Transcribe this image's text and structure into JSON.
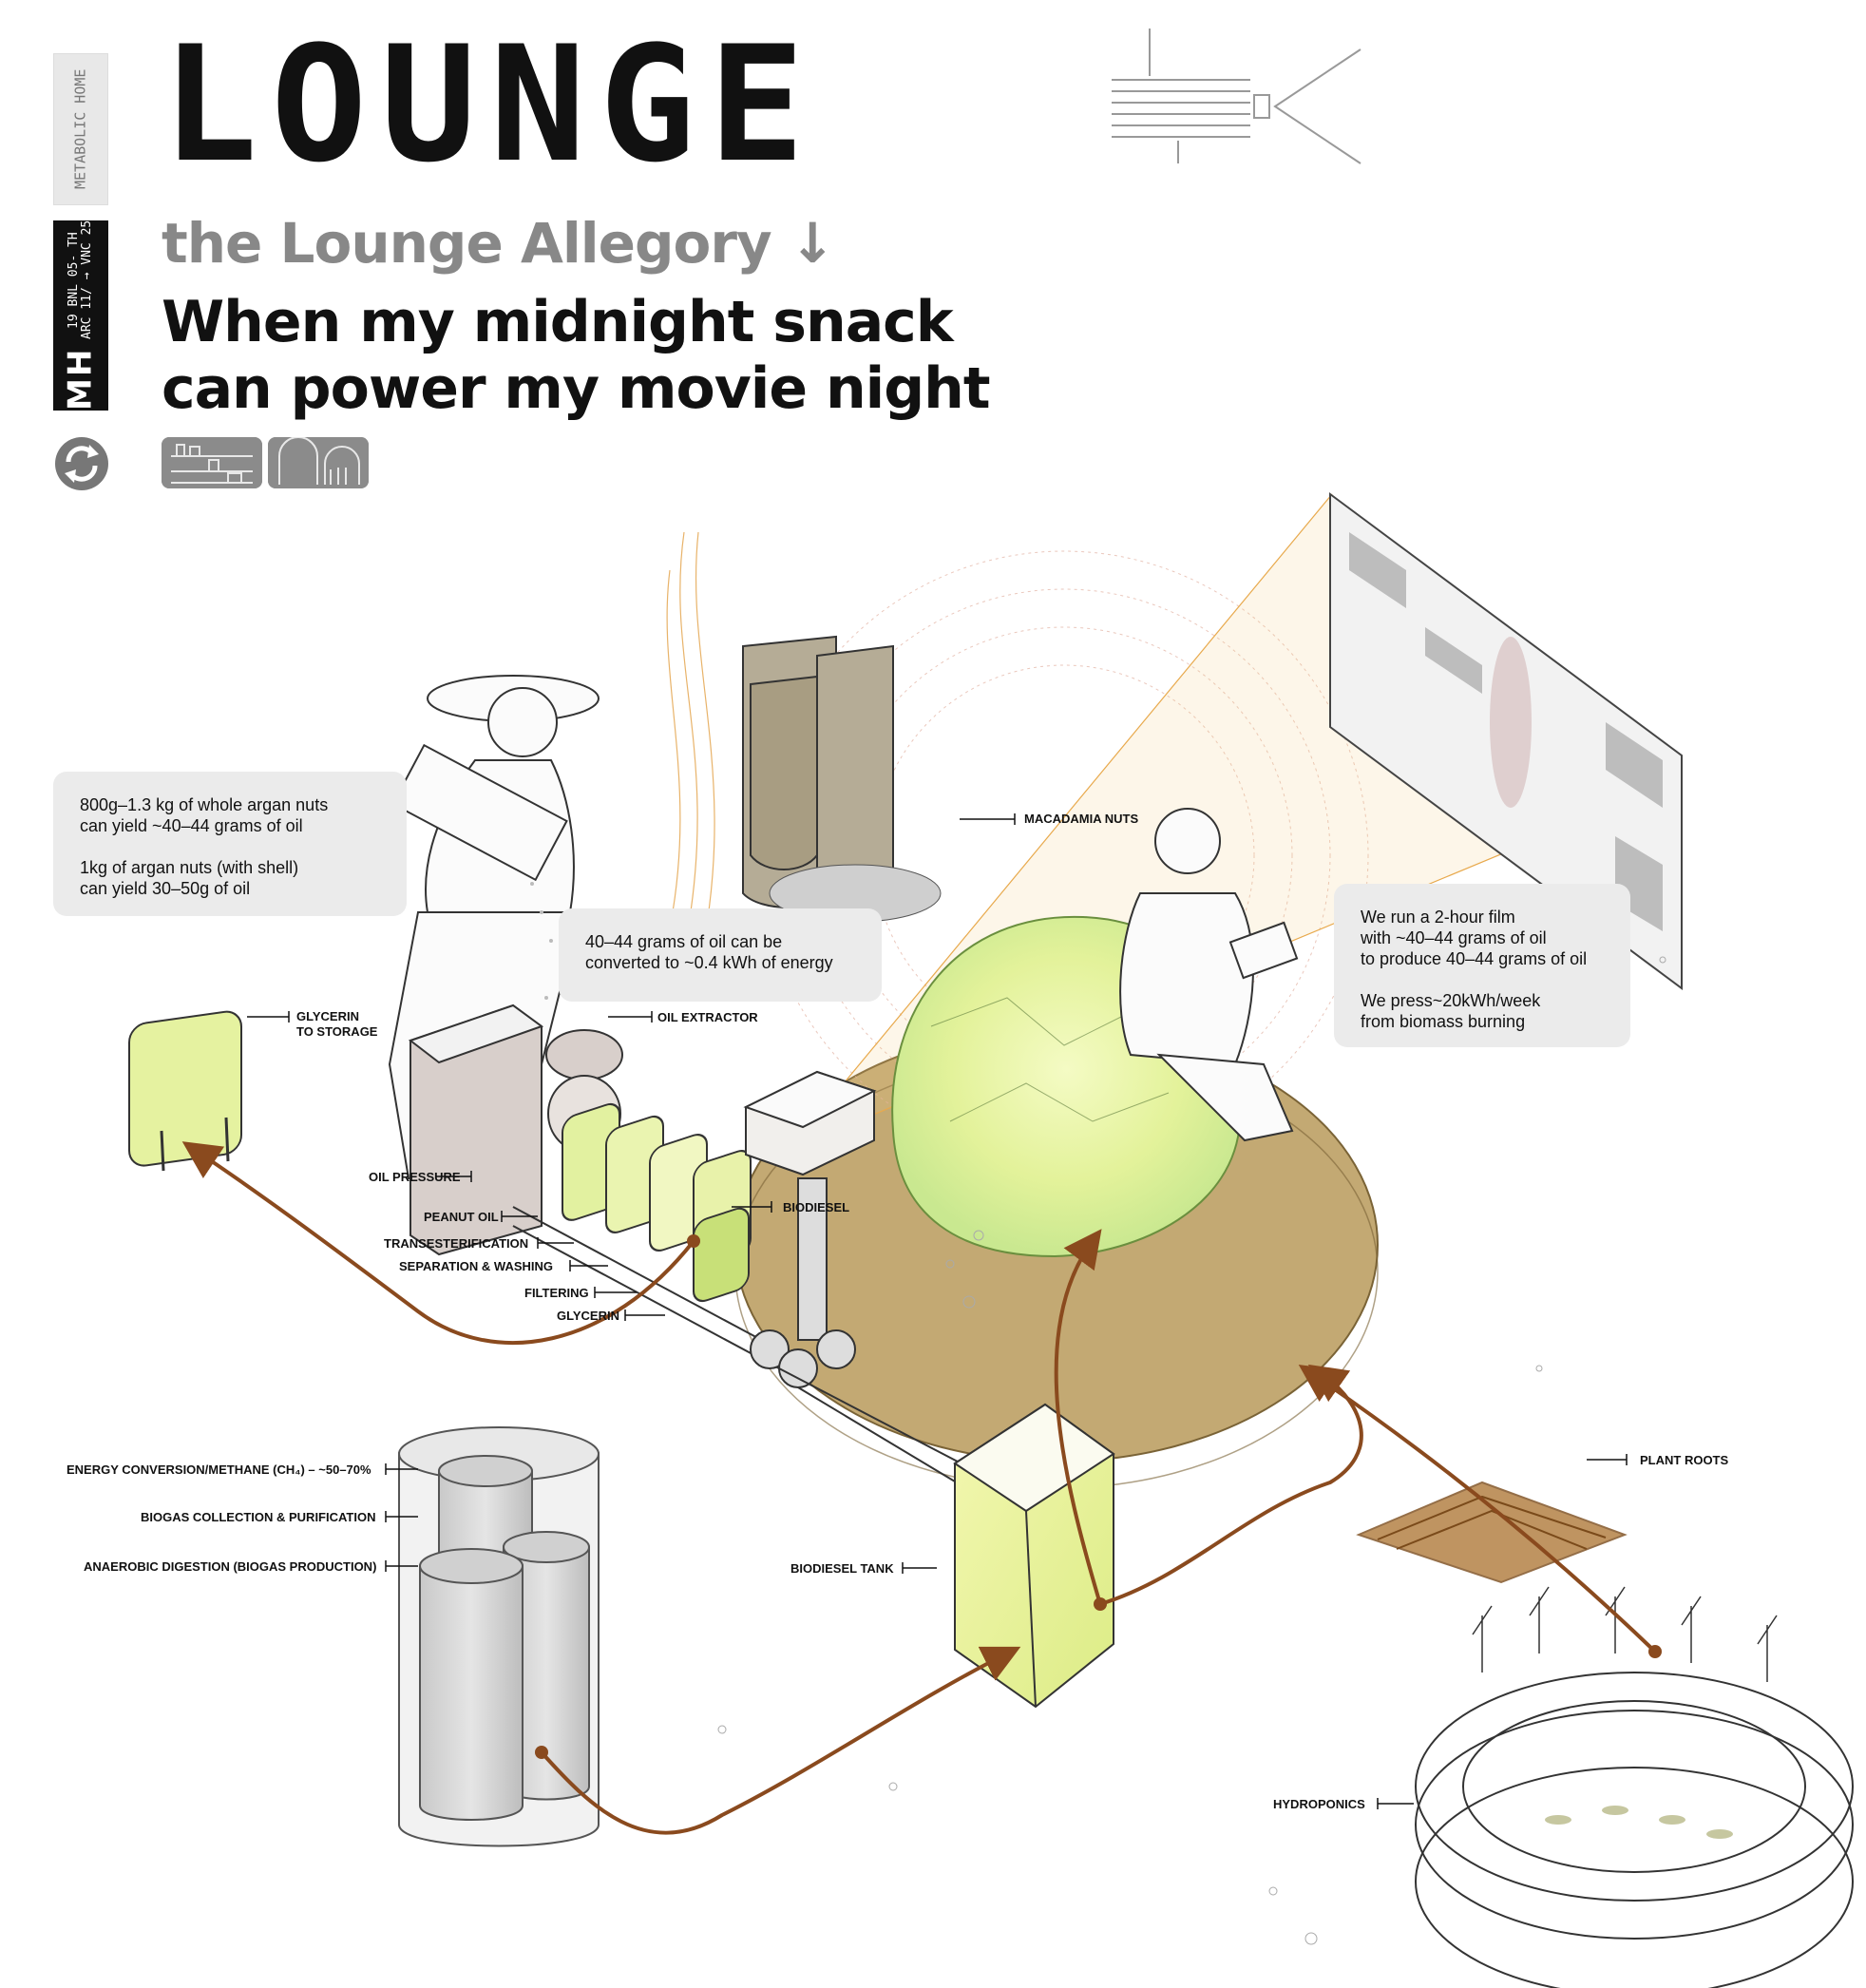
{
  "side": {
    "top_label": "METABOLIC HOME",
    "mark": "MH",
    "code": "19 BNL 05- TH ARC 11/ → VNC 25"
  },
  "header": {
    "title": "LOUNGE",
    "subtitle": "the Lounge Allegory ↓",
    "headline_line1": "When my midnight snack",
    "headline_line2": "can power my movie night"
  },
  "callouts": {
    "argan_1a": "800g–1.3 kg of whole argan nuts",
    "argan_1b": "can yield ~40–44 grams of oil",
    "argan_2a": "1kg of argan nuts (with shell)",
    "argan_2b": "can yield 30–50g of oil",
    "oil_a": "40–44 grams of oil can be",
    "oil_b": "converted to ~0.4 kWh of energy",
    "film_1a": "We run a 2-hour film",
    "film_1b": "with ~40–44 grams of oil",
    "film_1c": "to produce 40–44 grams of oil",
    "film_2a": "We press~20kWh/week",
    "film_2b": "from biomass burning"
  },
  "labels": {
    "glycerin_storage_1": "GLYCERIN",
    "glycerin_storage_2": "TO STORAGE",
    "oil_extractor": "OIL EXTRACTOR",
    "macadamia": "MACADAMIA NUTS",
    "oil_pressure": "OIL PRESSURE",
    "peanut_oil": "PEANUT OIL",
    "transesterification": "TRANSESTERIFICATION",
    "separation": "SEPARATION & WASHING",
    "filtering": "FILTERING",
    "glycerin": "GLYCERIN",
    "biodiesel": "BIODIESEL",
    "energy_conversion": "ENERGY CONVERSION/METHANE (CH₄) – ~50–70%",
    "biogas": "BIOGAS COLLECTION & PURIFICATION",
    "anaerobic": "ANAEROBIC DIGESTION (BIOGAS PRODUCTION)",
    "biodiesel_tank": "BIODIESEL TANK",
    "plant_roots": "PLANT ROOTS",
    "hydroponics": "HYDROPONICS"
  },
  "colors": {
    "arrow": "#8a4a1e",
    "rug": "#b99a5a",
    "glow": "#e9f4a8",
    "ink": "#111111",
    "panel": "#ebebeb"
  }
}
